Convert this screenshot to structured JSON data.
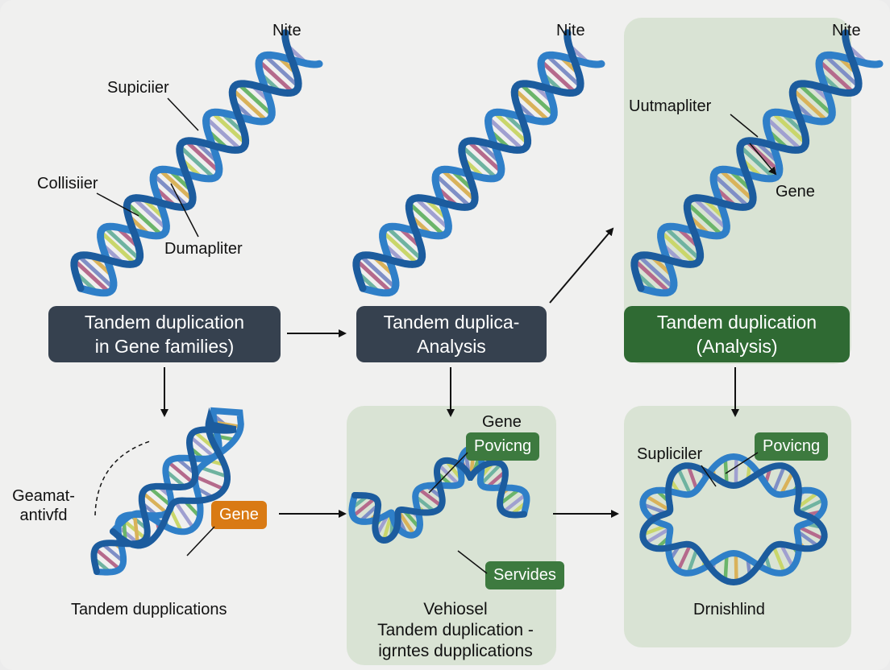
{
  "top_left": {
    "nite": "Nite",
    "supiciier": "Supiciier",
    "collisiier": "Collisiier",
    "dumapliter": "Dumapliter",
    "box_line1": "Tandem duplication",
    "box_line2": "in Gene families)"
  },
  "top_mid": {
    "nite": "Nite",
    "box_line1": "Tandem duplica-",
    "box_line2": "Analysis"
  },
  "top_right": {
    "nite": "Nite",
    "uutmapliter": "Uutmapliter",
    "gene": "Gene",
    "box_line1": "Tandem duplication",
    "box_line2": "(Analysis)"
  },
  "bottom_left": {
    "geamat_line1": "Geamat-",
    "geamat_line2": "antivfd",
    "gene_tag": "Gene",
    "caption": "Tandem dupplications"
  },
  "bottom_mid": {
    "gene": "Gene",
    "povicng": "Povicng",
    "servides": "Servides",
    "caption_line1": "Vehiosel",
    "caption_line2": "Tandem duplication -",
    "caption_line3": "igrntes dupplications"
  },
  "bottom_right": {
    "supliciler": "Supliciler",
    "povicng": "Povicng",
    "caption": "Drnishlind"
  },
  "colors": {
    "helix_blue": "#2f7fc8",
    "helix_dark": "#1c5c9e",
    "box_dark": "#36414f",
    "box_green": "#2f6a33",
    "panel_green": "#d9e3d4",
    "tag_orange": "#d97a14",
    "tag_green": "#3d7a3f"
  }
}
